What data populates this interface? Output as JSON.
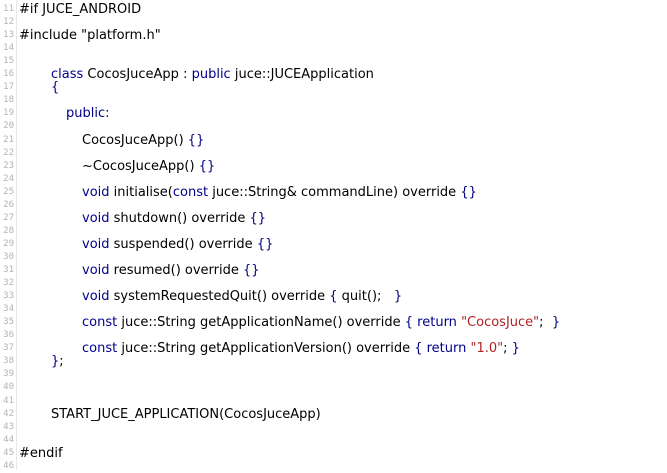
{
  "editor": {
    "lines": [
      {
        "n": "11",
        "indent": 0,
        "tokens": [
          [
            "plain",
            "#if JUCE_ANDROID"
          ]
        ]
      },
      {
        "n": "12",
        "indent": 0,
        "tokens": []
      },
      {
        "n": "13",
        "indent": 0,
        "tokens": [
          [
            "plain",
            "#include "
          ],
          [
            "plain",
            "\"platform.h\""
          ]
        ]
      },
      {
        "n": "14",
        "indent": 0,
        "tokens": []
      },
      {
        "n": "15",
        "indent": 0,
        "tokens": []
      },
      {
        "n": "16",
        "indent": 1,
        "tokens": [
          [
            "kw",
            "class"
          ],
          [
            "plain",
            " CocosJuceApp : "
          ],
          [
            "kw",
            "public"
          ],
          [
            "plain",
            " juce::JUCEApplication"
          ]
        ]
      },
      {
        "n": "17",
        "indent": 1,
        "tokens": [
          [
            "brace",
            "{"
          ]
        ]
      },
      {
        "n": "18",
        "indent": 0,
        "tokens": []
      },
      {
        "n": "19",
        "indent": 2,
        "tokens": [
          [
            "kw",
            "public"
          ],
          [
            "plain",
            ":"
          ]
        ]
      },
      {
        "n": "20",
        "indent": 0,
        "tokens": []
      },
      {
        "n": "21",
        "indent": 3,
        "tokens": [
          [
            "plain",
            "CocosJuceApp() "
          ],
          [
            "brace",
            "{}"
          ]
        ]
      },
      {
        "n": "22",
        "indent": 0,
        "tokens": []
      },
      {
        "n": "23",
        "indent": 3,
        "tokens": [
          [
            "plain",
            "~CocosJuceApp() "
          ],
          [
            "brace",
            "{}"
          ]
        ]
      },
      {
        "n": "24",
        "indent": 0,
        "tokens": []
      },
      {
        "n": "25",
        "indent": 3,
        "tokens": [
          [
            "kw",
            "void"
          ],
          [
            "plain",
            " initialise("
          ],
          [
            "kw",
            "const"
          ],
          [
            "plain",
            " juce::String& commandLine) override "
          ],
          [
            "brace",
            "{}"
          ]
        ]
      },
      {
        "n": "26",
        "indent": 0,
        "tokens": []
      },
      {
        "n": "27",
        "indent": 3,
        "tokens": [
          [
            "kw",
            "void"
          ],
          [
            "plain",
            " shutdown() override "
          ],
          [
            "brace",
            "{}"
          ]
        ]
      },
      {
        "n": "28",
        "indent": 0,
        "tokens": []
      },
      {
        "n": "29",
        "indent": 3,
        "tokens": [
          [
            "kw",
            "void"
          ],
          [
            "plain",
            " suspended() override "
          ],
          [
            "brace",
            "{}"
          ]
        ]
      },
      {
        "n": "30",
        "indent": 0,
        "tokens": []
      },
      {
        "n": "31",
        "indent": 3,
        "tokens": [
          [
            "kw",
            "void"
          ],
          [
            "plain",
            " resumed() override "
          ],
          [
            "brace",
            "{}"
          ]
        ]
      },
      {
        "n": "32",
        "indent": 0,
        "tokens": []
      },
      {
        "n": "33",
        "indent": 3,
        "tokens": [
          [
            "kw",
            "void"
          ],
          [
            "plain",
            " systemRequestedQuit() override "
          ],
          [
            "brace",
            "{"
          ],
          [
            "plain",
            " quit();   "
          ],
          [
            "brace",
            "}"
          ]
        ]
      },
      {
        "n": "34",
        "indent": 0,
        "tokens": []
      },
      {
        "n": "35",
        "indent": 3,
        "tokens": [
          [
            "kw",
            "const"
          ],
          [
            "plain",
            " juce::String getApplicationName() override "
          ],
          [
            "brace",
            "{"
          ],
          [
            "plain",
            " "
          ],
          [
            "kw",
            "return"
          ],
          [
            "plain",
            " "
          ],
          [
            "str",
            "\"CocosJuce\""
          ],
          [
            "plain",
            ";  "
          ],
          [
            "brace",
            "}"
          ]
        ]
      },
      {
        "n": "36",
        "indent": 0,
        "tokens": []
      },
      {
        "n": "37",
        "indent": 3,
        "tokens": [
          [
            "kw",
            "const"
          ],
          [
            "plain",
            " juce::String getApplicationVersion() override "
          ],
          [
            "brace",
            "{"
          ],
          [
            "plain",
            " "
          ],
          [
            "kw",
            "return"
          ],
          [
            "plain",
            " "
          ],
          [
            "str",
            "\"1.0\""
          ],
          [
            "plain",
            "; "
          ],
          [
            "brace",
            "}"
          ]
        ]
      },
      {
        "n": "38",
        "indent": 1,
        "tokens": [
          [
            "brace",
            "}"
          ],
          [
            "plain",
            ";"
          ]
        ]
      },
      {
        "n": "39",
        "indent": 0,
        "tokens": []
      },
      {
        "n": "40",
        "indent": 0,
        "tokens": []
      },
      {
        "n": "41",
        "indent": 0,
        "tokens": []
      },
      {
        "n": "42",
        "indent": 1,
        "tokens": [
          [
            "plain",
            "START_JUCE_APPLICATION(CocosJuceApp)"
          ]
        ]
      },
      {
        "n": "43",
        "indent": 0,
        "tokens": []
      },
      {
        "n": "44",
        "indent": 0,
        "tokens": []
      },
      {
        "n": "45",
        "indent": 0,
        "tokens": [
          [
            "plain",
            "#endif"
          ]
        ]
      },
      {
        "n": "46",
        "indent": 0,
        "tokens": []
      }
    ]
  }
}
